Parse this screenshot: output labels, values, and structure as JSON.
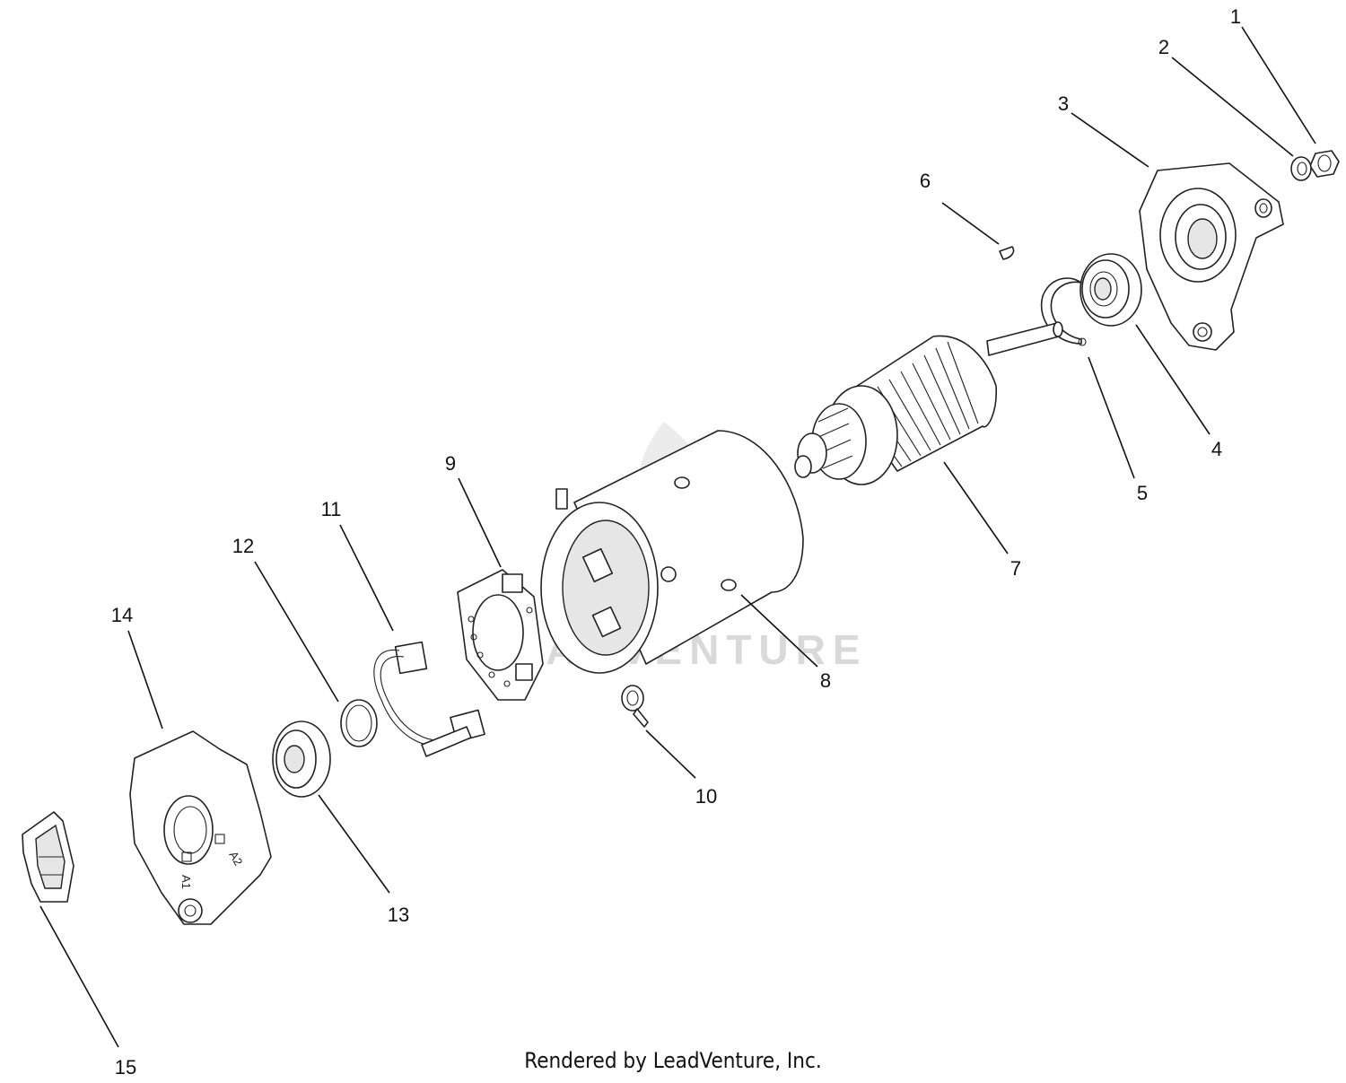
{
  "watermark": {
    "brand": "LEADVENTURE"
  },
  "callouts": [
    "1",
    "2",
    "3",
    "4",
    "5",
    "6",
    "7",
    "8",
    "9",
    "10",
    "11",
    "12",
    "13",
    "14",
    "15"
  ],
  "part_stamps": {
    "a1": "A1",
    "a2": "A2"
  },
  "footer": {
    "credit": "Rendered by LeadVenture, Inc."
  },
  "colors": {
    "line": "#222222",
    "watermark": "#d9d9d9",
    "background": "#ffffff"
  }
}
